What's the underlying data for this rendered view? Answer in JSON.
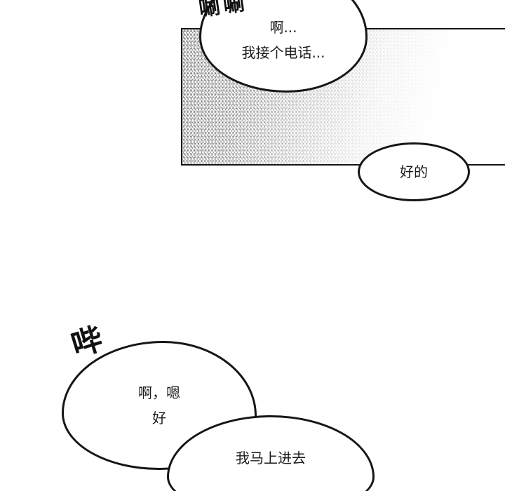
{
  "page": {
    "background_color": "#ffffff",
    "ink_color": "#1a1a1a"
  },
  "sfx": {
    "top": "唰唰",
    "beep": "哔"
  },
  "bubbles": {
    "call": {
      "line1": "啊...",
      "line2": "我接个电话..."
    },
    "ok": {
      "line1": "好的"
    },
    "ah": {
      "line1": "啊，嗯",
      "line2": "好"
    },
    "goin": {
      "line1": "我马上进去"
    }
  }
}
